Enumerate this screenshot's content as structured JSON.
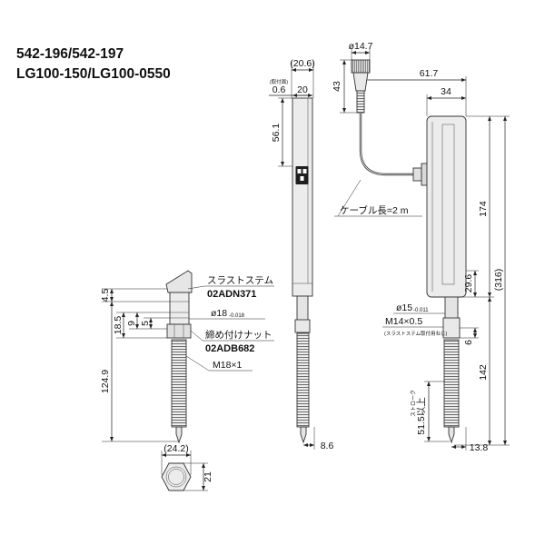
{
  "title": {
    "line1": "542-196/542-197",
    "line2": "LG100-150/LG100-0550"
  },
  "callouts": {
    "thrust_stem": "スラストステム",
    "thrust_stem_part_no": "02ADN371",
    "clamp_nut": "締め付けナット",
    "clamp_nut_part_no": "02ADB682",
    "cable_length": "ケーブル長=2 m",
    "thread_note": "(スラストステム取付用ねじ)",
    "mount_face_note": "(取付面)",
    "stroke_label": "ストローク"
  },
  "front_view": {
    "overall_width": "(20.6)",
    "face_offset": "0.6",
    "body_width": "20",
    "display_position": "56.1",
    "tip_offset": "8.6"
  },
  "side_view": {
    "connector_diameter": "ø14.7",
    "connector_length": "43",
    "overall_depth": "61.7",
    "body_depth": "34",
    "body_height": "174",
    "overall_height": "(316)",
    "body_to_stem": "29.6",
    "stem_diameter": "ø15",
    "stem_tolerance": "-0.011",
    "stem_thread": "M14×0.5",
    "thread_length": "6",
    "lower_length": "142",
    "stroke_value": "51.5以上",
    "tip_offset": "13.8"
  },
  "thrust_stem_view": {
    "top_height": "4.5",
    "mount_height": "18.5",
    "dim_9": "9",
    "dim_5": "5",
    "mount_diameter": "ø18",
    "mount_tolerance": "-0.018",
    "mount_thread": "M18×1",
    "stem_to_tip": "124.9",
    "nut_across_corners": "(24.2)",
    "nut_across_flats": "21"
  },
  "colors": {
    "line": "#222222",
    "body_fill": "#ececec",
    "display": "#1e1e1e"
  }
}
